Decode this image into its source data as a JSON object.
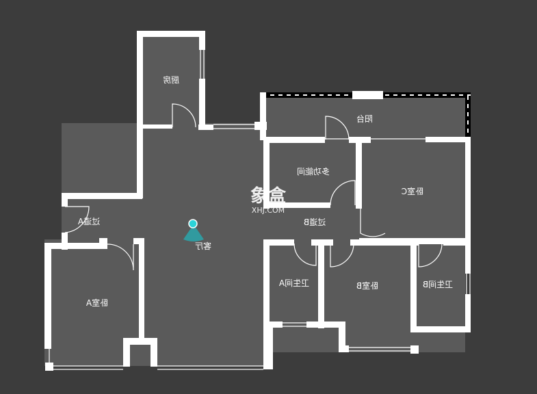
{
  "floorplan": {
    "colors": {
      "background": "#3c3c3c",
      "floor": "#585858",
      "wall": "#ffffff",
      "balcony_edge": "#000000",
      "marker": "#2bd3d8"
    },
    "rooms": [
      {
        "id": "kitchen",
        "label": "厨房"
      },
      {
        "id": "balcony",
        "label": "阳台"
      },
      {
        "id": "multi",
        "label": "多功能间"
      },
      {
        "id": "bedroom-c",
        "label": "卧室C"
      },
      {
        "id": "hall-b",
        "label": "过道B"
      },
      {
        "id": "hall-a",
        "label": "过道A"
      },
      {
        "id": "living",
        "label": "客厅"
      },
      {
        "id": "bedroom-a",
        "label": "卧室A"
      },
      {
        "id": "bath-a",
        "label": "卫生间A"
      },
      {
        "id": "bedroom-b",
        "label": "卧室B"
      },
      {
        "id": "bath-b",
        "label": "卫生间B"
      }
    ],
    "watermark": {
      "brand": "象盒",
      "domain": "XHJ.COM"
    },
    "view_marker": {
      "icon": "camera-position-icon"
    }
  }
}
